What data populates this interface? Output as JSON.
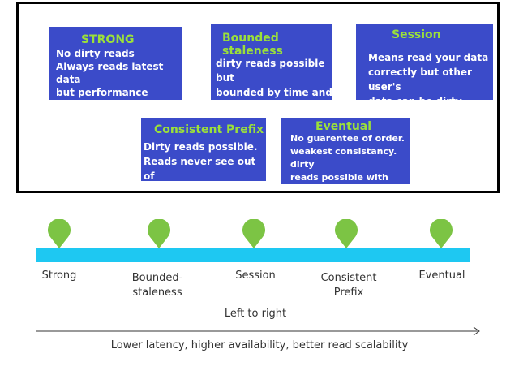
{
  "colors": {
    "card_background": "#3b4bc9",
    "card_title": "#9be03a",
    "card_text": "#ffffff",
    "track": "#1ec8f2",
    "pin": "#7cc444"
  },
  "cards": {
    "strong": {
      "title": "STRONG",
      "body": "No dirty reads\nAlways reads latest data\nbut performance\ncompromised"
    },
    "bounded": {
      "title": "Bounded staleness",
      "body": "dirty reads possible but\nbounded by time and\nupdates"
    },
    "session": {
      "title": "Session",
      "body": "Means read your data\ncorrectly but other user's\ndata can be dirty"
    },
    "prefix": {
      "title": "Consistent Prefix",
      "body": "Dirty reads possible.\nReads never see out of\norder writes"
    },
    "eventual": {
      "title": "Eventual",
      "body": "No guarentee of order.\nweakest consistancy. dirty\nreads possible with best\nperformance"
    }
  },
  "scale": {
    "stops": [
      {
        "label": "Strong",
        "icon": "location-pin-icon"
      },
      {
        "label": "Bounded-\nstaleness",
        "icon": "location-pin-icon"
      },
      {
        "label": "Session",
        "icon": "location-pin-icon"
      },
      {
        "label": "Consistent\nPrefix",
        "icon": "location-pin-icon"
      },
      {
        "label": "Eventual",
        "icon": "location-pin-icon"
      }
    ],
    "direction_label": "Left to right",
    "caption": "Lower latency, higher availability, better read scalability"
  }
}
